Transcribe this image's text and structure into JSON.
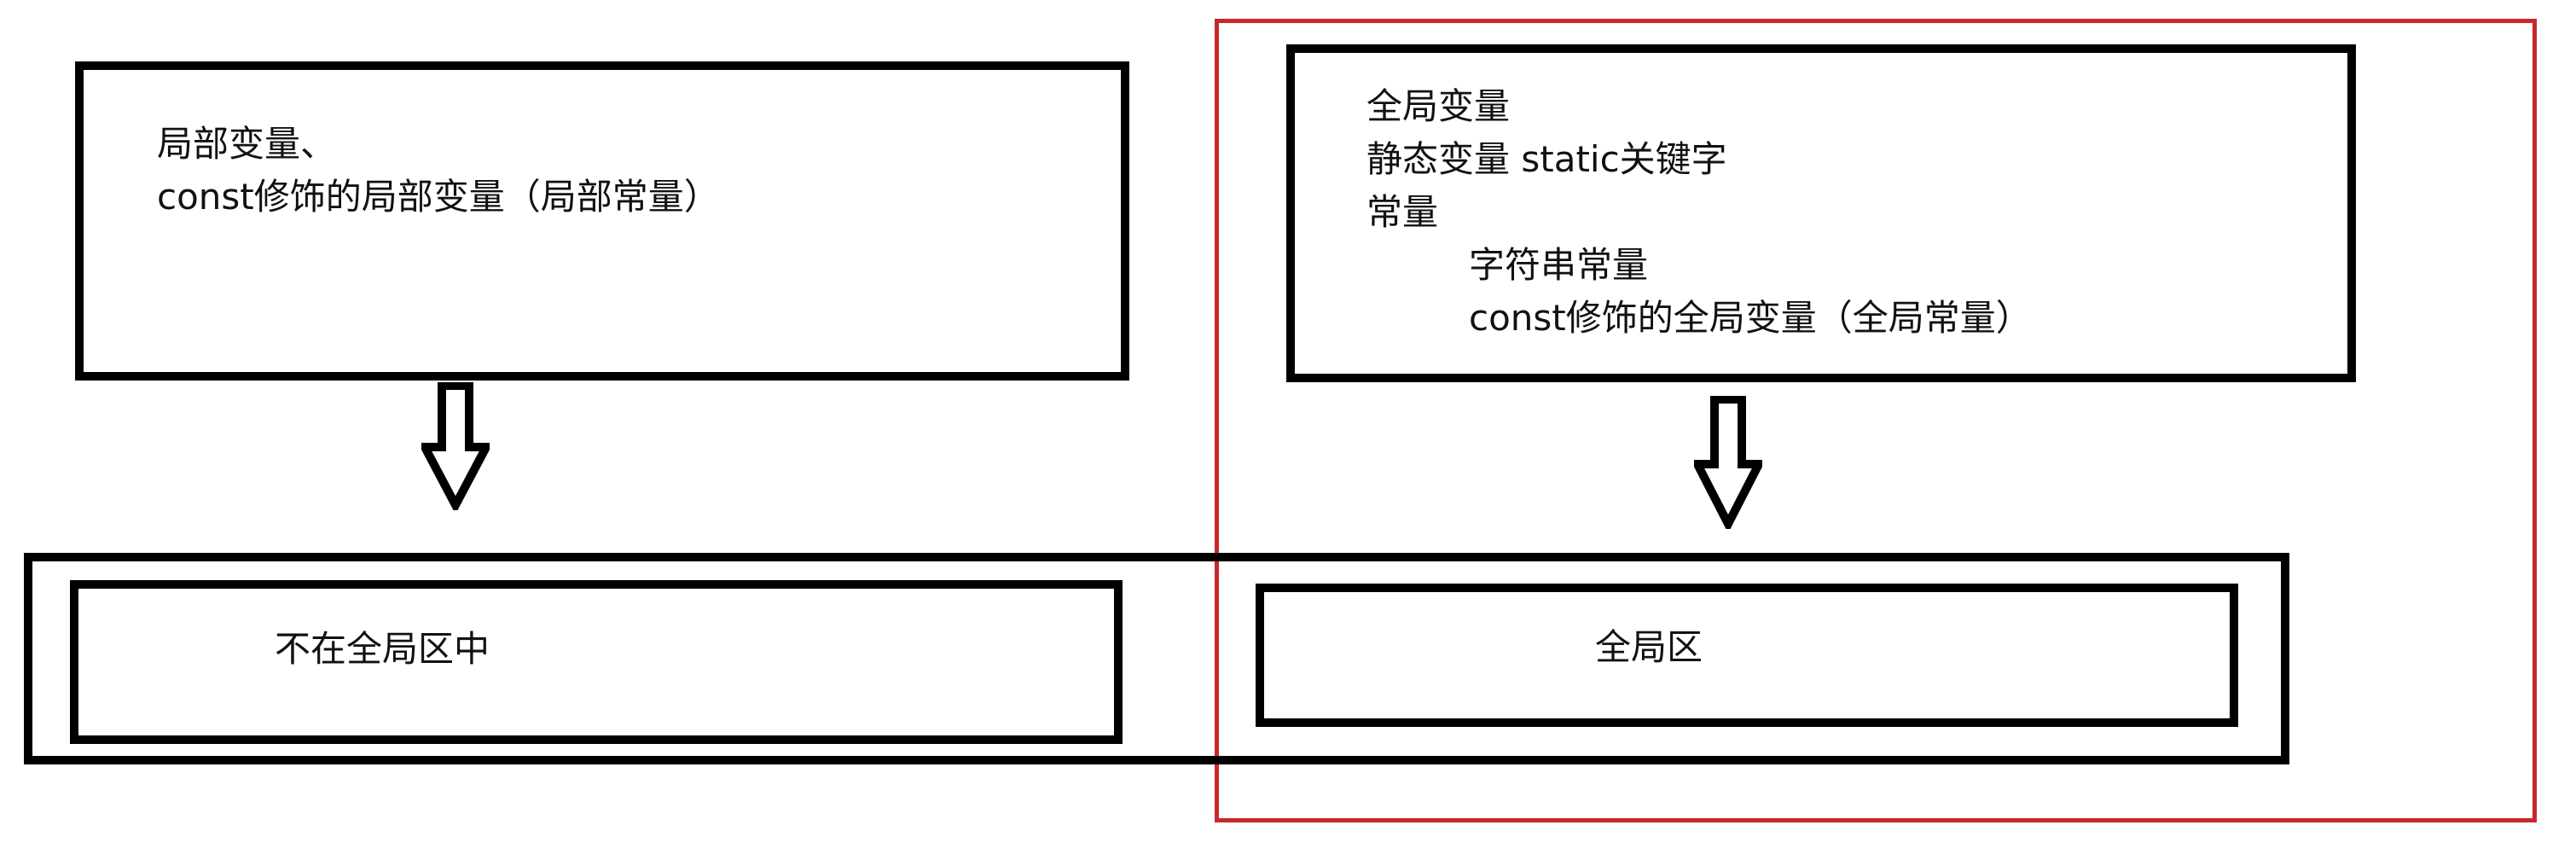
{
  "diagram": {
    "colors": {
      "box_border": "#000000",
      "highlight_border": "#c8282a",
      "background": "#ffffff"
    },
    "left_source": {
      "lines": [
        "局部变量、",
        "const修饰的局部变量（局部常量）"
      ]
    },
    "right_source": {
      "lines": [
        "全局变量",
        "静态变量  static关键字",
        "常量",
        "字符串常量",
        "const修饰的全局变量（全局常量）"
      ]
    },
    "left_target": {
      "label": "不在全局区中"
    },
    "right_target": {
      "label": "全局区"
    }
  }
}
